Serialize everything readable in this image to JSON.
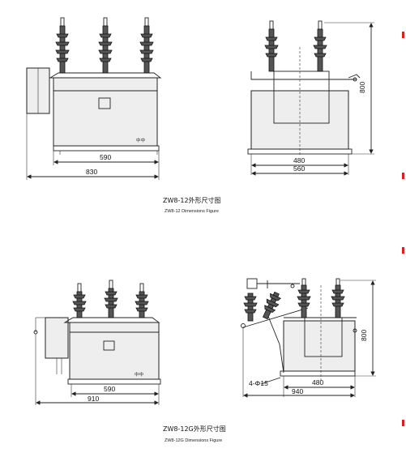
{
  "colors": {
    "line": "#222222",
    "body": "#eeeeee",
    "edge_mark": "#d9201e"
  },
  "fig1": {
    "caption": "ZW8-12外形尺寸图",
    "subcaption": "ZW8-12 Dimensions Figure",
    "front": {
      "dim_inner": "590",
      "dim_outer": "830"
    },
    "side": {
      "dim_inner": "480",
      "dim_outer": "560",
      "dim_height": "800"
    }
  },
  "fig2": {
    "caption": "ZW8-12G外形尺寸图",
    "subcaption": "ZW8-12G Dimensions Figure",
    "front": {
      "dim_inner": "590",
      "dim_outer": "910"
    },
    "side": {
      "dim_inner": "480",
      "dim_outer": "940",
      "dim_height": "800",
      "hole_label": "4-Φ15"
    }
  }
}
